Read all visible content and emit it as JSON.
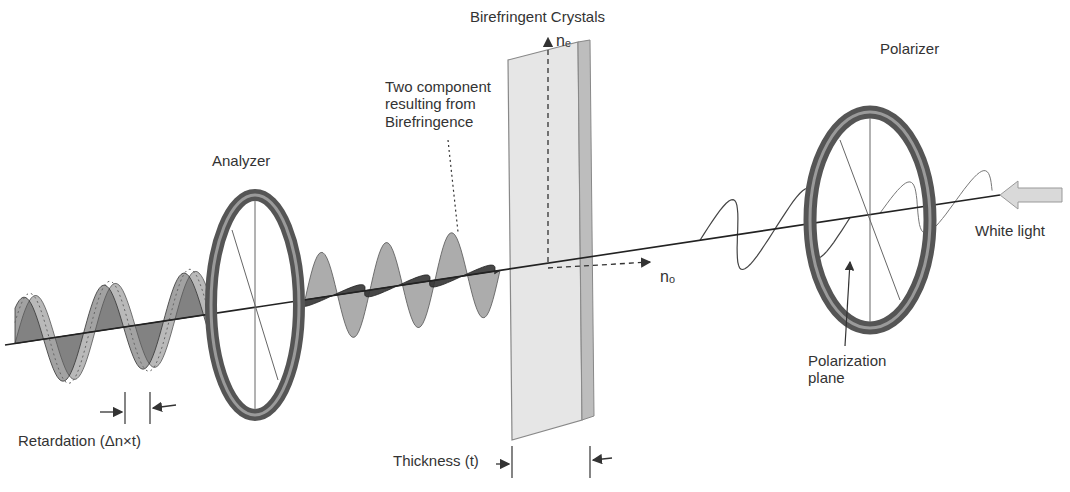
{
  "diagram": {
    "labels": [
      "Birefringent Crystals",
      "nₑ",
      "Two component resulting from Birefringence",
      "Analyzer",
      "Polarizer",
      "White light",
      "nₒ",
      "Polarization plane",
      "Retardation (Δn×t)",
      "Thickness (t)"
    ]
  }
}
